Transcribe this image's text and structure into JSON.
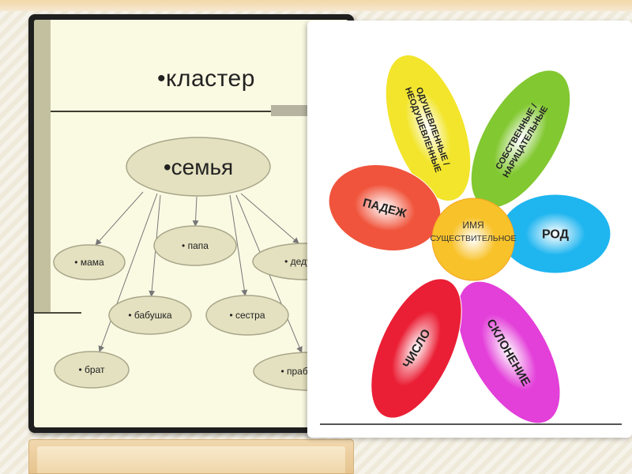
{
  "cluster": {
    "title": "•кластер",
    "center": "•семья",
    "nodes": [
      {
        "id": "mama",
        "label": "• мама"
      },
      {
        "id": "papa",
        "label": "• папа"
      },
      {
        "id": "dedushka",
        "label": "• дедушка"
      },
      {
        "id": "babushka",
        "label": "• бабушка"
      },
      {
        "id": "sestra",
        "label": "• сестра"
      },
      {
        "id": "brat",
        "label": "• брат"
      },
      {
        "id": "prababushka",
        "label": "• прабабушка"
      }
    ],
    "colors": {
      "ellipse_fill": "#e4e1c0",
      "ellipse_stroke": "#a9a68a",
      "arrow": "#777777"
    }
  },
  "flower": {
    "center": [
      "ИМЯ",
      "СУЩЕСТВИТЕЛЬНОЕ"
    ],
    "petals": [
      {
        "id": "odush",
        "lines": [
          "ОДУШЕВЛЕННЫЕ /",
          "НЕОДУШЕВЛЕННЫЕ"
        ],
        "color": "#f2e52b"
      },
      {
        "id": "sobstv",
        "lines": [
          "СОБСТВЕННЫЕ /",
          "НАРИЦАТЕЛЬНЫЕ"
        ],
        "color": "#82c831"
      },
      {
        "id": "rod",
        "lines": [
          "РОД"
        ],
        "color": "#1fb5ef"
      },
      {
        "id": "sklon",
        "lines": [
          "СКЛОНЕНИЕ"
        ],
        "color": "#e33fd9"
      },
      {
        "id": "chislo",
        "lines": [
          "ЧИСЛО"
        ],
        "color": "#ea1f35"
      },
      {
        "id": "padezh",
        "lines": [
          "ПАДЕЖ"
        ],
        "color": "#f0543c"
      }
    ],
    "center_color": "#f8c22a"
  }
}
